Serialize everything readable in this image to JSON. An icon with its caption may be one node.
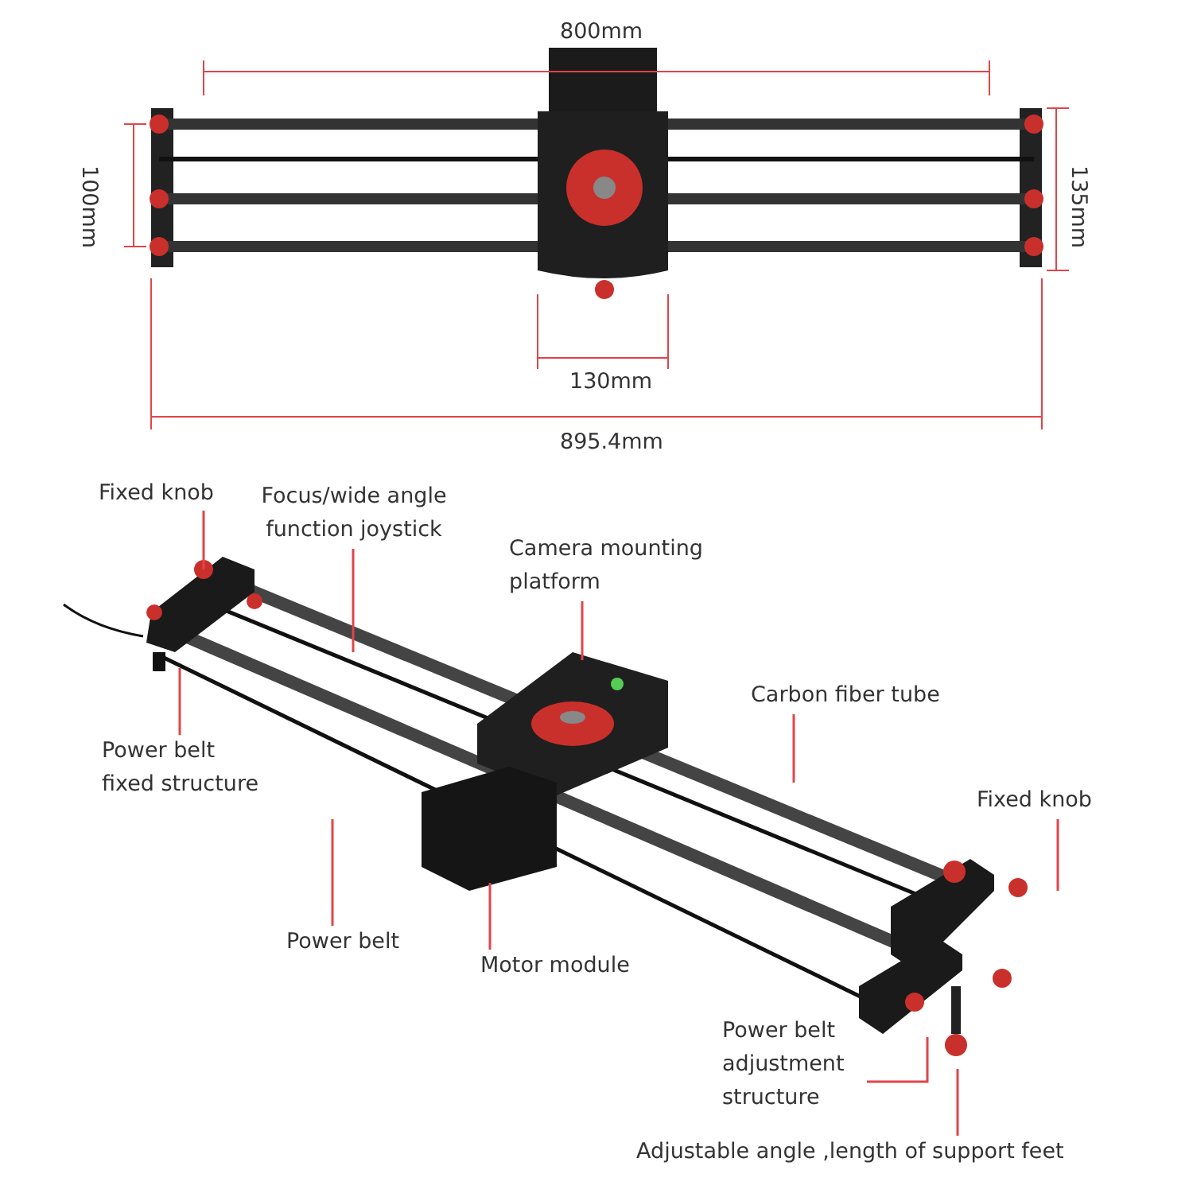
{
  "diagram": {
    "nodes": [
      {
        "text": [
          "Fixed knob"
        ]
      },
      {
        "text": [
          "Focus/wide angle function joystick"
        ]
      },
      {
        "text": [
          "Camera mounting platform"
        ]
      },
      {
        "text": [
          "Carbon fiber tube"
        ]
      },
      {
        "text": [
          "Power belt fixed structure"
        ]
      },
      {
        "text": [
          "Fixed knob"
        ]
      },
      {
        "text": [
          "Power belt"
        ]
      },
      {
        "text": [
          "Motor module"
        ]
      },
      {
        "text": [
          "Power belt adjustment structure"
        ]
      },
      {
        "text": [
          "Adjustable angle ,length of support feet"
        ]
      }
    ],
    "edges": [
      {
        "from": 0,
        "to": null,
        "arrow": "none"
      },
      {
        "from": 1,
        "to": null,
        "arrow": "none"
      },
      {
        "from": 2,
        "to": null,
        "arrow": "none"
      },
      {
        "from": 3,
        "to": null,
        "arrow": "none"
      },
      {
        "from": 4,
        "to": null,
        "arrow": "none"
      },
      {
        "from": 5,
        "to": null,
        "arrow": "none"
      },
      {
        "from": 6,
        "to": null,
        "arrow": "none"
      },
      {
        "from": 7,
        "to": null,
        "arrow": "none"
      },
      {
        "from": 8,
        "to": null,
        "arrow": "none"
      },
      {
        "from": 9,
        "to": null,
        "arrow": "none"
      }
    ],
    "labels": [
      "800mm",
      "100mm",
      "135mm",
      "130mm",
      "895.4mm"
    ]
  }
}
